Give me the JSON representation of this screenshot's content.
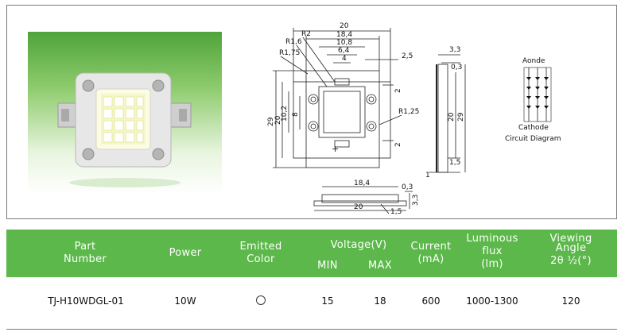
{
  "drawing": {
    "top_dims": [
      "20",
      "18,4",
      "10,8",
      "6,4",
      "4",
      "2,5"
    ],
    "radii": [
      "R2",
      "R1,6",
      "R1,75",
      "R1,25"
    ],
    "left_dims": [
      "29",
      "20",
      "10,2",
      "8"
    ],
    "right_dims": [
      "2",
      "2"
    ],
    "side_dims": [
      "3,3",
      "0,3",
      "20",
      "29",
      "1,5",
      "1"
    ],
    "bottom_dims": [
      "18,4",
      "0,3",
      "20",
      "1,5",
      "3,3"
    ],
    "plus_sign": "+",
    "circuit": {
      "anode": "Aonde",
      "cathode": "Cathode",
      "caption": "Circuit Diagram"
    }
  },
  "table": {
    "headers": {
      "part_line1": "Part",
      "part_line2": "Number",
      "power": "Power",
      "color_line1": "Emitted",
      "color_line2": "Color",
      "voltage": "Voltage(V)",
      "min": "MIN",
      "max": "MAX",
      "current_line1": "Current",
      "current_line2": "(mA)",
      "flux_line1": "Luminous",
      "flux_line2": "flux",
      "flux_line3": "(lm)",
      "angle_line1": "Viewing",
      "angle_line2": "Angle",
      "angle_line3": "2θ ½(°)"
    },
    "row": {
      "part": "TJ-H10WDGL-01",
      "power": "10W",
      "color_symbol": "white-circle",
      "vmin": "15",
      "vmax": "18",
      "current": "600",
      "flux": "1000-1300",
      "angle": "120"
    }
  },
  "colors": {
    "header_green": "#5cb84a",
    "photo_green": "#4fa43a"
  }
}
